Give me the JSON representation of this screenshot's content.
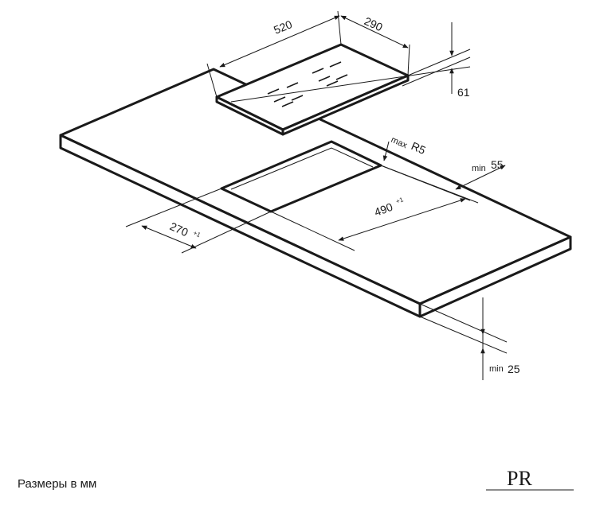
{
  "dimensions": {
    "hob_width": "520",
    "hob_depth": "290",
    "hob_height": "61",
    "cutout_radius_prefix": "max",
    "cutout_radius": "R5",
    "wall_clearance_prefix": "min",
    "wall_clearance": "55",
    "cutout_length": "490",
    "cutout_length_tol": "+1",
    "cutout_width": "270",
    "cutout_width_tol": "+1",
    "worktop_thickness_prefix": "min",
    "worktop_thickness": "25"
  },
  "caption": "Размеры в мм",
  "logo_text": "PR"
}
